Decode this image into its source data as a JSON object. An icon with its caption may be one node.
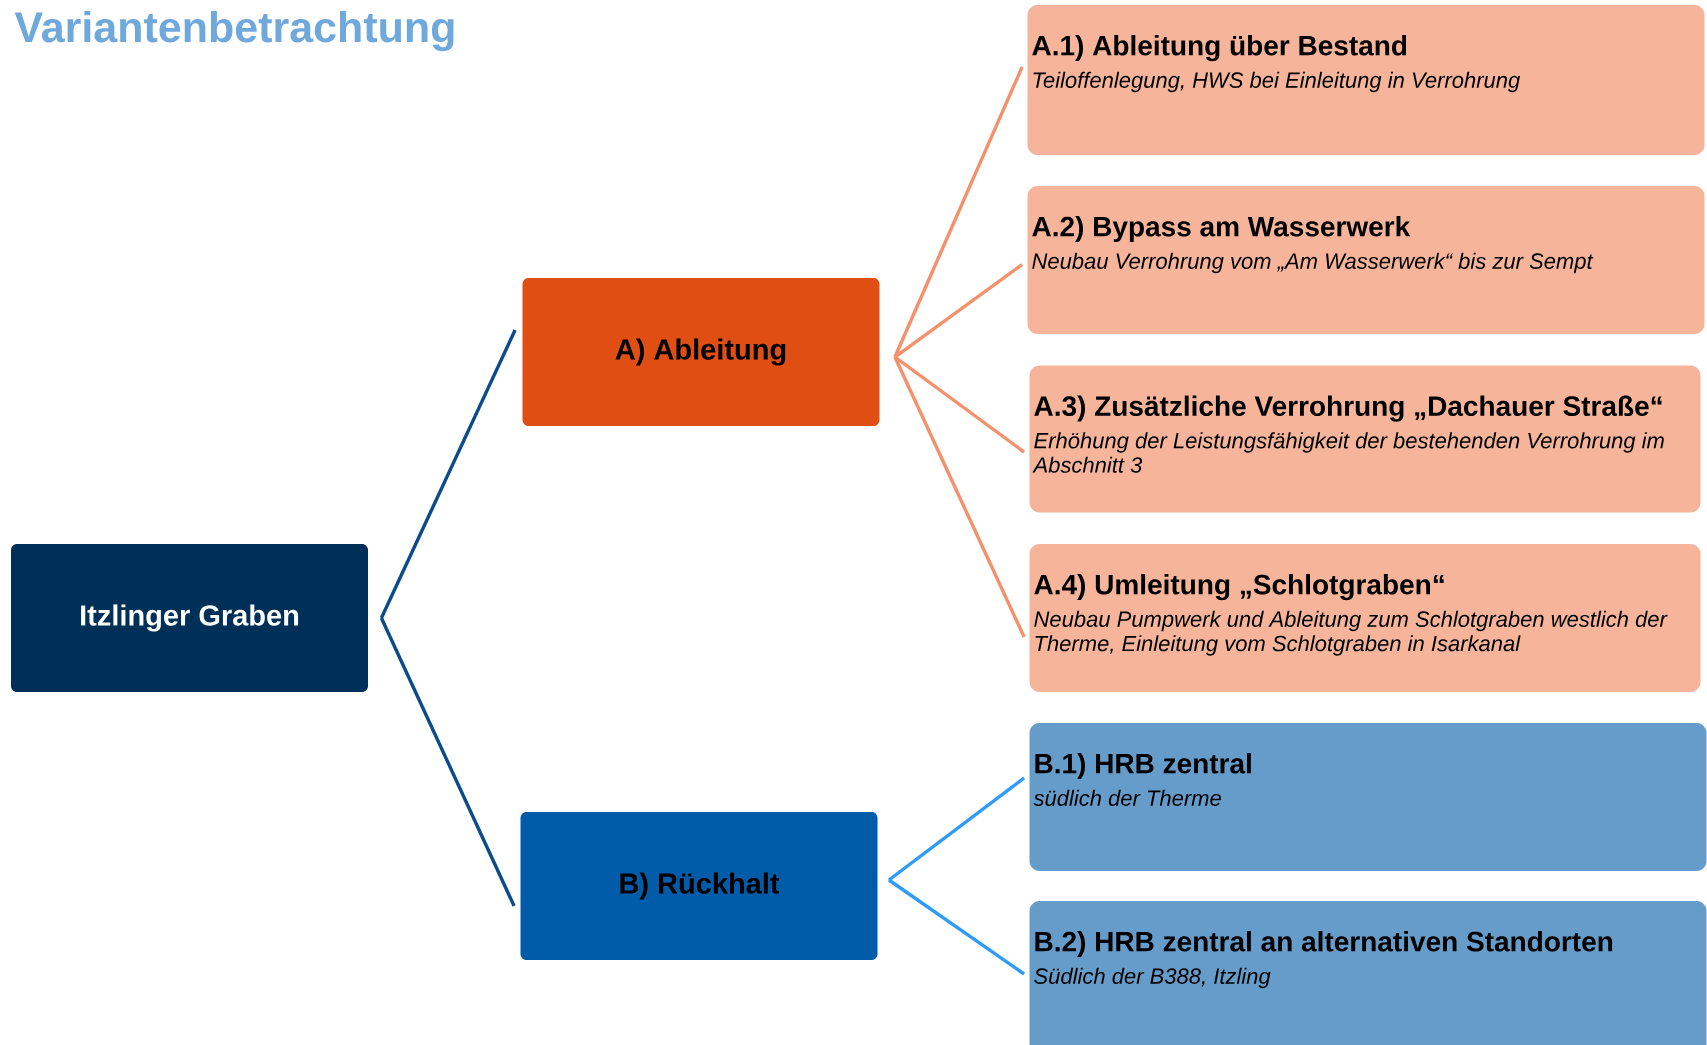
{
  "diagram": {
    "title": "Variantenbetrachtung",
    "nodes": [
      {
        "text": [
          "Itzlinger Graben"
        ]
      },
      {
        "text": [
          "A) Ableitung"
        ]
      },
      {
        "text": [
          "A.1) Ableitung über Bestand",
          "Teiloffenlegung, HWS bei Einleitung in Verrohrung"
        ]
      },
      {
        "text": [
          "A.2) Bypass am Wasserwerk",
          "Neubau Verrohrung vom „Am Wasserwerk“ bis zur Sempt"
        ]
      },
      {
        "text": [
          "A.3) Zusätzliche Verrohrung „Dachauer Straße“",
          "Erhöhung der Leistungsfähigkeit der bestehenden Verrohrung im Abschnitt 3"
        ]
      },
      {
        "text": [
          "A.4) Umleitung „Schlotgraben“",
          "Neubau Pumpwerk und Ableitung zum Schlotgraben westlich der Therme, Einleitung vom Schlotgraben in Isarkanal"
        ]
      },
      {
        "text": [
          "B) Rückhalt"
        ]
      },
      {
        "text": [
          "B.1) HRB zentral",
          "südlich der Therme"
        ]
      },
      {
        "text": [
          "B.2) HRB zentral an alternativen Standorten",
          "Südlich der B388, Itzling"
        ]
      }
    ],
    "edges": [
      {
        "from": 0,
        "to": 1,
        "arrow": "none",
        "color": "#0b4a8b"
      },
      {
        "from": 0,
        "to": 6,
        "arrow": "none",
        "color": "#0b4a8b"
      },
      {
        "from": 1,
        "to": 2,
        "arrow": "none"
      },
      {
        "from": 1,
        "to": 3,
        "arrow": "none"
      },
      {
        "from": 1,
        "to": 4,
        "arrow": "none"
      },
      {
        "from": 1,
        "to": 5,
        "arrow": "none"
      },
      {
        "from": 6,
        "to": 7,
        "arrow": "none",
        "color": "#2e9cf6"
      },
      {
        "from": 6,
        "to": 8,
        "arrow": "none",
        "color": "#2e9cf6"
      }
    ]
  }
}
